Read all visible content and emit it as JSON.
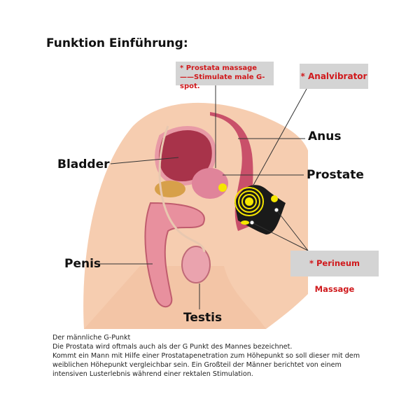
{
  "title": "Funktion Einführung:",
  "callouts": {
    "prostata_massage_line1": "* Prostata massage",
    "prostata_massage_line2": "——Stimulate male G-spot.",
    "analvibrator": "* Analvibrator",
    "perineum": "* Perineum Massage"
  },
  "labels": {
    "anus": "Anus",
    "prostate": "Prostate",
    "bladder": "Bladder",
    "penis": "Penis",
    "testis": "Testis"
  },
  "description": [
    "Der männliche G-Punkt",
    "Die Prostata wird oftmals auch als der G Punkt des Mannes bezeichnet.",
    "Kommt ein Mann mit Hilfe einer Prostatapenetration zum Höhepunkt so soll dieser mit dem",
    "weiblichen Höhepunkt vergleichbar sein. Ein Großteil der Männer berichtet von einem",
    "intensiven Lusterlebnis während einer rektalen Stimulation."
  ],
  "colors": {
    "skin": "#f6cdb0",
    "organ": "#d9707a",
    "callout_text": "#d0191c",
    "callout_bg": "#d4d4d4",
    "device": "#1a1a1a",
    "vibration": "#f5e600"
  }
}
